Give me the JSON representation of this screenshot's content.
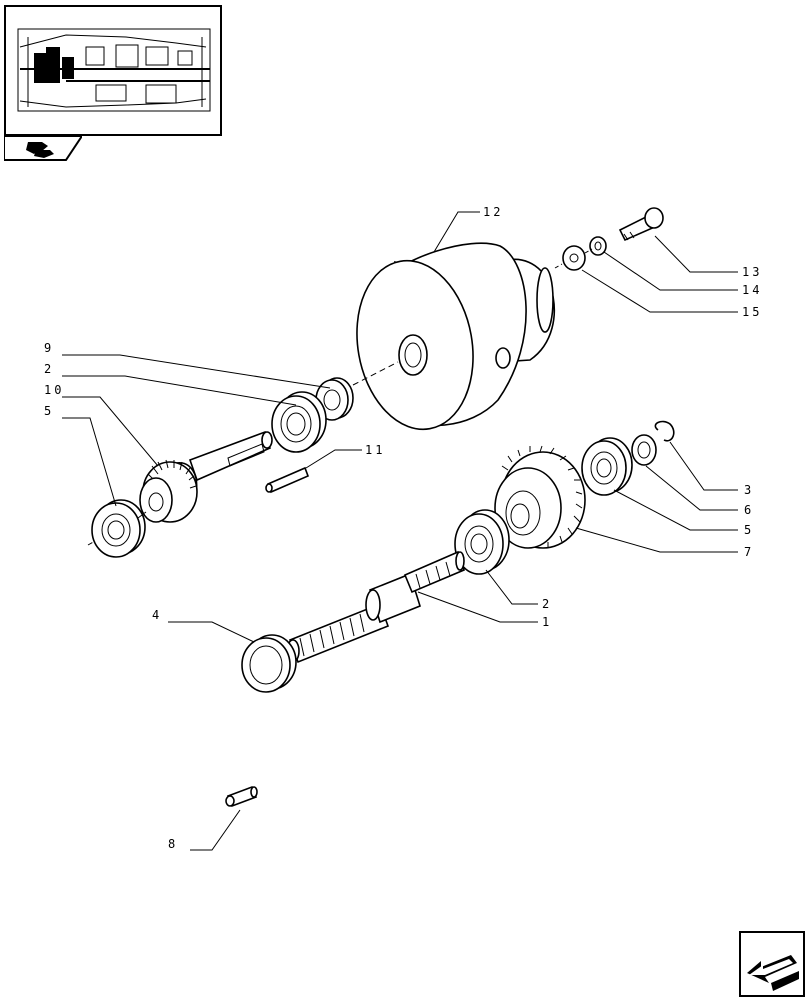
{
  "colors": {
    "ink": "#000000",
    "paper": "#ffffff",
    "thumb_highlight": "#000000"
  },
  "icons": {
    "thumbnail_tab": "gearbox-section-icon",
    "navigation": "arrow-next-page-icon"
  },
  "callouts": [
    {
      "id": "c1",
      "text": "1"
    },
    {
      "id": "c2a",
      "text": "2"
    },
    {
      "id": "c2b",
      "text": "2"
    },
    {
      "id": "c3",
      "text": "3"
    },
    {
      "id": "c4",
      "text": "4"
    },
    {
      "id": "c5a",
      "text": "5"
    },
    {
      "id": "c5b",
      "text": "5"
    },
    {
      "id": "c6",
      "text": "6"
    },
    {
      "id": "c7",
      "text": "7"
    },
    {
      "id": "c8",
      "text": "8"
    },
    {
      "id": "c9",
      "text": "9"
    },
    {
      "id": "c10",
      "text": "10"
    },
    {
      "id": "c11",
      "text": "11"
    },
    {
      "id": "c12",
      "text": "12"
    },
    {
      "id": "c13",
      "text": "13"
    },
    {
      "id": "c14",
      "text": "14"
    },
    {
      "id": "c15",
      "text": "15"
    }
  ]
}
